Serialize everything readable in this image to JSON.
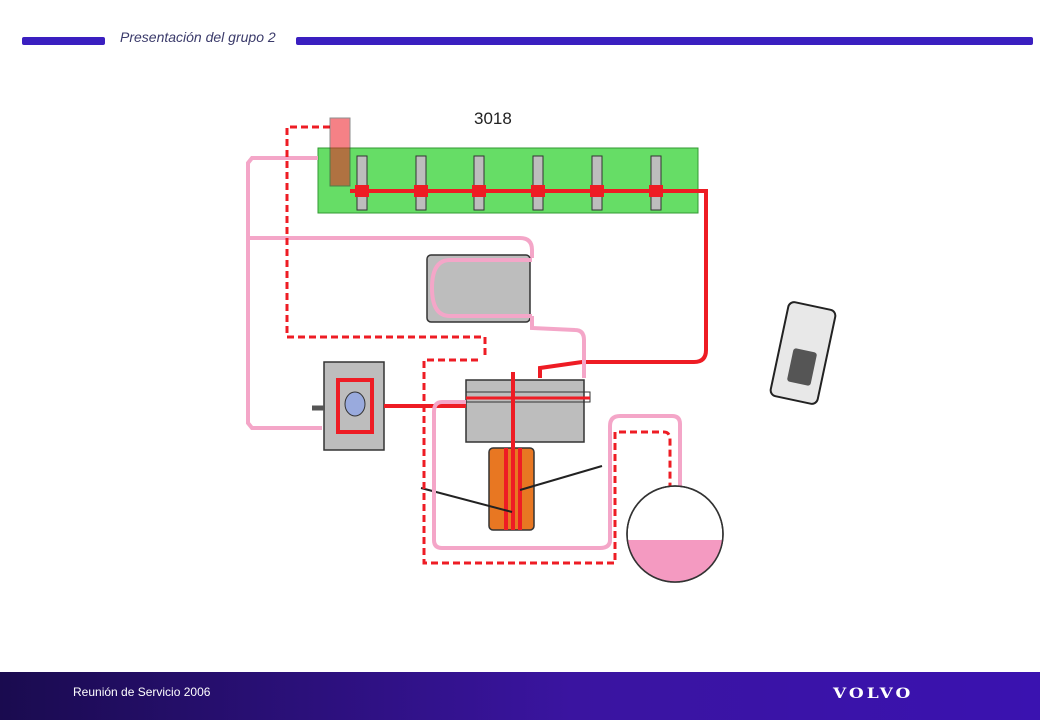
{
  "header": {
    "title": "Presentación del grupo 2"
  },
  "diagram": {
    "label": "3018",
    "colors": {
      "engine_block": "#66dd66",
      "pressure_line": "#ee1c24",
      "return_line": "#f4a6c8",
      "tank_fuel": "#f49ac1",
      "filter": "#e87722",
      "housing": "#bdbdbd"
    },
    "injector_count": 6
  },
  "footer": {
    "text": "Reunión de Servicio 2006",
    "logo": "VOLVO"
  }
}
